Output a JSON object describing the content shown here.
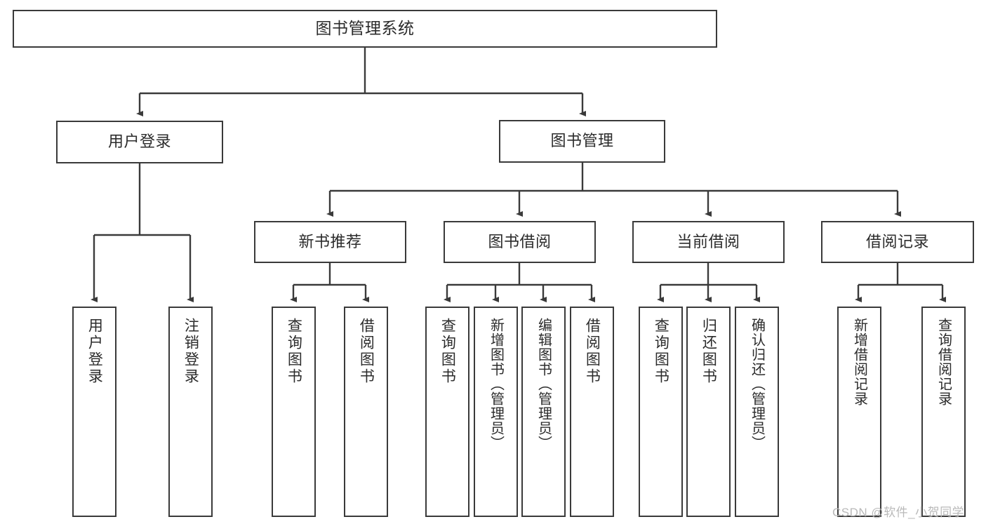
{
  "diagram": {
    "type": "tree-hierarchy-chart",
    "title": "图书管理系统",
    "root": {
      "label": "图书管理系统"
    },
    "level2": [
      {
        "label": "用户登录"
      },
      {
        "label": "图书管理"
      }
    ],
    "level3": [
      {
        "label": "新书推荐"
      },
      {
        "label": "图书借阅"
      },
      {
        "label": "当前借阅"
      },
      {
        "label": "借阅记录"
      }
    ],
    "leaves": {
      "user_login": [
        {
          "label": "用户登录"
        },
        {
          "label": "注销登录"
        }
      ],
      "new_book_recommend": [
        {
          "label": "查询图书"
        },
        {
          "label": "借阅图书"
        }
      ],
      "book_borrow": [
        {
          "label": "查询图书"
        },
        {
          "label": "新增图书（管理员）"
        },
        {
          "label": "编辑图书（管理员）"
        },
        {
          "label": "借阅图书"
        }
      ],
      "current_borrow": [
        {
          "label": "查询图书"
        },
        {
          "label": "归还图书"
        },
        {
          "label": "确认归还（管理员）"
        }
      ],
      "borrow_record": [
        {
          "label": "新增借阅记录"
        },
        {
          "label": "查询借阅记录"
        }
      ]
    }
  },
  "watermark": {
    "text": "CSDN @软件_小贺同学"
  },
  "colors": {
    "stroke": "#3a3a3a",
    "text": "#2b2b2b",
    "background": "#ffffff",
    "watermark": "#b9b9b9"
  }
}
